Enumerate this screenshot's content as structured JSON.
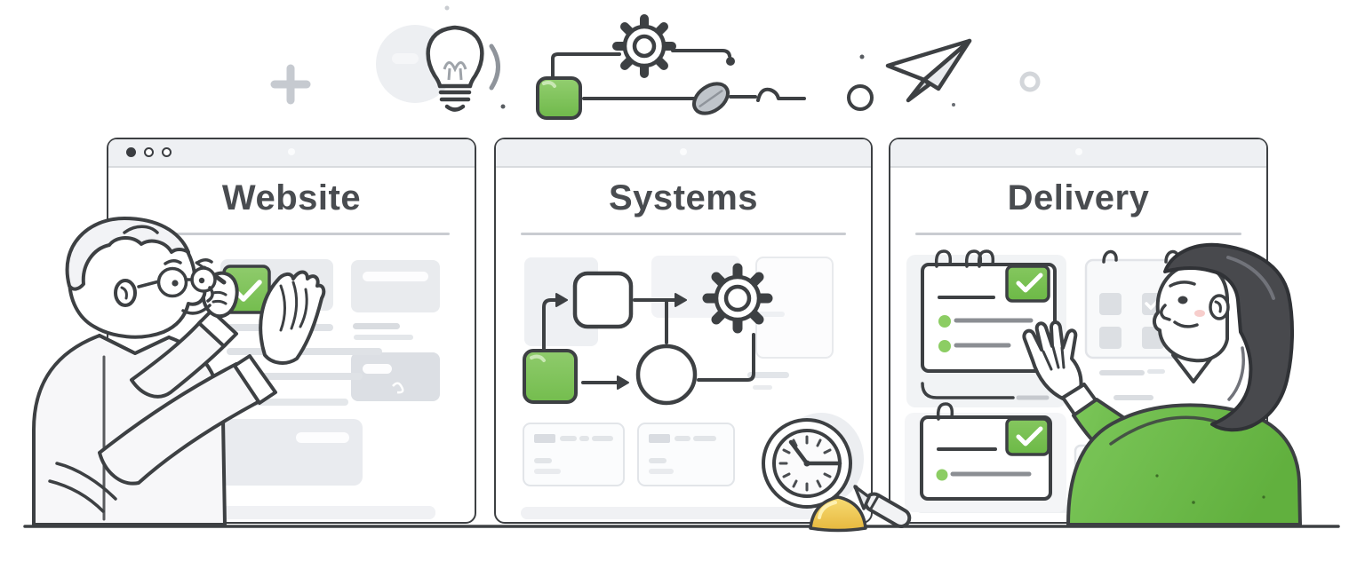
{
  "scene": "hand-drawn illustration of three browser windows with two characters",
  "panels": [
    {
      "key": "website",
      "title": "Website",
      "has_window_dots": true
    },
    {
      "key": "systems",
      "title": "Systems",
      "has_window_dots": false
    },
    {
      "key": "delivery",
      "title": "Delivery",
      "has_window_dots": false
    }
  ],
  "top_icons": [
    "plus",
    "lightbulb",
    "gear",
    "green-node",
    "leaf",
    "dot-connector",
    "paper-plane",
    "ring"
  ],
  "middle_icons": [
    "flowchart-square",
    "flowchart-circle",
    "flowchart-gear",
    "clock",
    "sand-dome",
    "marker-pen"
  ],
  "right_icons": [
    "checklist-pad",
    "check-badge",
    "calendar-pad"
  ],
  "characters": [
    {
      "who": "man",
      "detail": "gray-haired man with round glasses in light sweater, hands raised toward green check"
    },
    {
      "who": "woman",
      "detail": "dark-haired woman in green sweater pointing at delivery board"
    }
  ],
  "colors": {
    "outline": "#3d4043",
    "accent_green": "#7fc25c",
    "accent_green_dark": "#61b03e",
    "sweater_green": "#72bf4f",
    "panel_bar": "#eef0f3",
    "panel_bar_border": "#d8dbde",
    "divider": "#c9ccd1",
    "title_text": "#494c50",
    "skeleton_gray": "#e6e8ec",
    "skeleton_dark": "#d8dbe0",
    "blob_gray": "#edeff2",
    "sand_yellow": "#efc64f",
    "hair_dark": "#48494d",
    "blush_pink": "#f6c6c3"
  }
}
